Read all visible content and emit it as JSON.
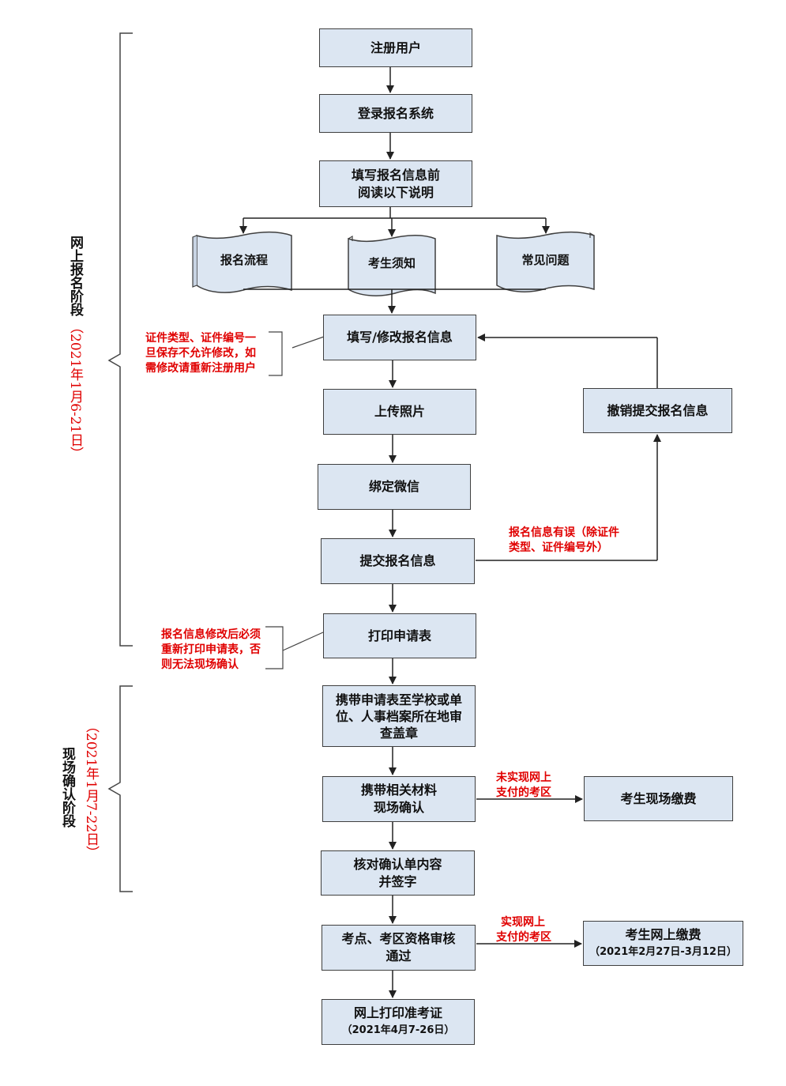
{
  "nodes": {
    "register": "注册用户",
    "login": "登录报名系统",
    "read_line1": "填写报名信息前",
    "read_line2": "阅读以下说明",
    "doc_process": "报名流程",
    "doc_notice": "考生须知",
    "doc_faq": "常见问题",
    "fill_info": "填写/修改报名信息",
    "upload_photo": "上传照片",
    "bind_wechat": "绑定微信",
    "submit_info": "提交报名信息",
    "revoke_submit": "撤销提交报名信息",
    "print_form": "打印申请表",
    "stamp_line1": "携带申请表至学校或单",
    "stamp_line2": "位、人事档案所在地审",
    "stamp_line3": "查盖章",
    "confirm_line1": "携带相关材料",
    "confirm_line2": "现场确认",
    "onsite_pay": "考生现场缴费",
    "check_line1": "核对确认单内容",
    "check_line2": "并签字",
    "audit_line1": "考点、考区资格审核",
    "audit_line2": "通过",
    "online_pay": "考生网上缴费",
    "online_pay_date": "（2021年2月27日-3月12日）",
    "admit_ticket": "网上打印准考证",
    "admit_date": "（2021年4月7-26日）"
  },
  "notes": {
    "id_line1": "证件类型、证件编号一",
    "id_line2": "旦保存不允许修改，如",
    "id_line3": "需修改请重新注册用户",
    "error_line1": "报名信息有误（除证件",
    "error_line2": "类型、证件编号外）",
    "reprint_line1": "报名信息修改后必须",
    "reprint_line2": "重新打印申请表，否",
    "reprint_line3": "则无法现场确认",
    "no_online_line1": "未实现网上",
    "no_online_line2": "支付的考区",
    "online_line1": "实现网上",
    "online_line2": "支付的考区"
  },
  "stages": {
    "online_title": "网上报名阶段",
    "online_dates": "（2021年1月6-21日）",
    "onsite_title_line1": "现场",
    "onsite_title_line2": "确认阶段",
    "onsite_dates": "（2021年1月7-22日）"
  },
  "colors": {
    "box_fill": "#dce6f2",
    "border": "#3f3f3f",
    "note_red": "#e00000"
  }
}
